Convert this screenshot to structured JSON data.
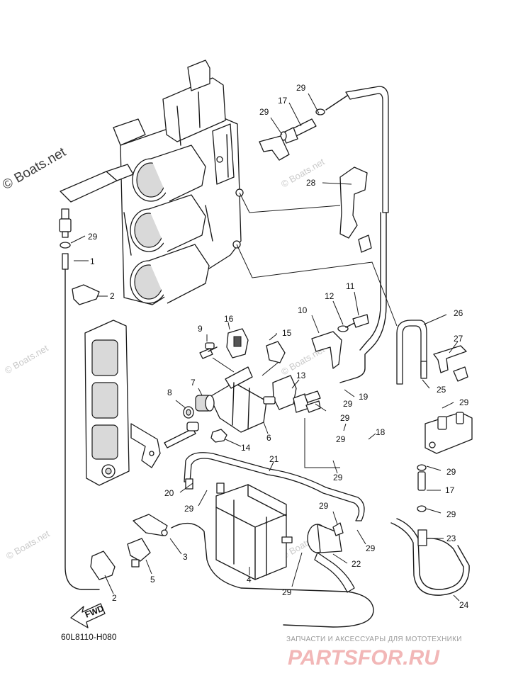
{
  "watermarks": {
    "main": "© Boats.net",
    "small": "© Boats.net"
  },
  "part_numbers": {
    "p1": "1",
    "p2a": "2",
    "p2b": "2",
    "p3": "3",
    "p4": "4",
    "p5": "5",
    "p6": "6",
    "p7": "7",
    "p8": "8",
    "p9": "9",
    "p10": "10",
    "p11": "11",
    "p12": "12",
    "p13": "13",
    "p14": "14",
    "p15": "15",
    "p16": "16",
    "p17a": "17",
    "p17b": "17",
    "p18": "18",
    "p19": "19",
    "p20": "20",
    "p21": "21",
    "p22": "22",
    "p23": "23",
    "p24": "24",
    "p25": "25",
    "p26": "26",
    "p27": "27",
    "p28": "28",
    "p29a": "29",
    "p29b": "29",
    "p29c": "29",
    "p29d": "29",
    "p29e": "29",
    "p29f": "29",
    "p29g": "29",
    "p29h": "29",
    "p29i": "29",
    "p29j": "29",
    "p29k": "29",
    "p29l": "29",
    "p29m": "29",
    "p29n": "29"
  },
  "fwd_label": "FWD",
  "diagram_code": "60L8110-H080",
  "site": {
    "tagline": "ЗАПЧАСТИ И АКСЕССУАРЫ ДЛЯ МОТОТЕХНИКИ",
    "logo": "PARTSFOR.RU"
  },
  "colors": {
    "line": "#1a1a1a",
    "logo": "#f2b7b7",
    "watermark": "#c9c9c9"
  }
}
